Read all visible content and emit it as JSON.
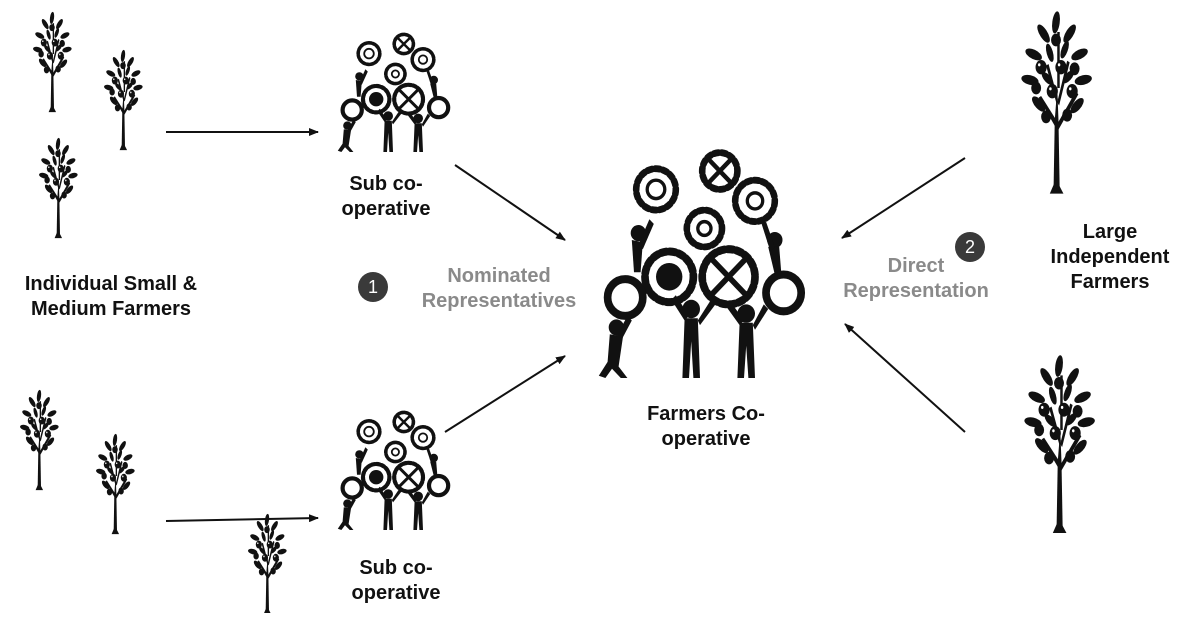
{
  "labels": {
    "sub_coop_top": "Sub co-operative",
    "sub_coop_bottom": "Sub co-operative",
    "small_medium_farmers": "Individual Small & Medium Farmers",
    "farmers_coop": "Farmers Co-operative",
    "large_farmers": "Large Independent Farmers",
    "nominated": "Nominated Representatives",
    "direct": "Direct Representation"
  },
  "badges": {
    "one": "1",
    "two": "2"
  },
  "colors": {
    "foreground": "#111111",
    "muted_label": "#8a8a8a",
    "badge": "#3a3a3a"
  },
  "icons": [
    "apple-tree-icon",
    "teamwork-gears-icon",
    "arrow-icon"
  ]
}
